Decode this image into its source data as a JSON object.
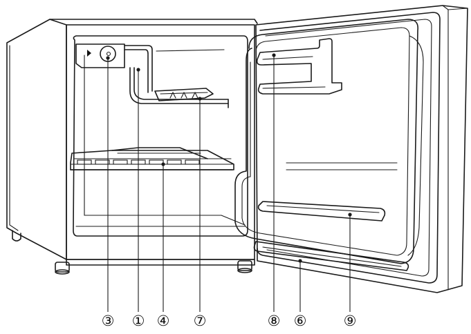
{
  "callouts": [
    {
      "id": "thermostat",
      "label": "③"
    },
    {
      "id": "evaporator",
      "label": "①"
    },
    {
      "id": "shelf",
      "label": "④"
    },
    {
      "id": "drip-tray",
      "label": "⑦"
    },
    {
      "id": "upper-door-bin",
      "label": "⑧"
    },
    {
      "id": "door-gasket",
      "label": "⑥"
    },
    {
      "id": "lower-door-bin",
      "label": "⑨"
    }
  ]
}
